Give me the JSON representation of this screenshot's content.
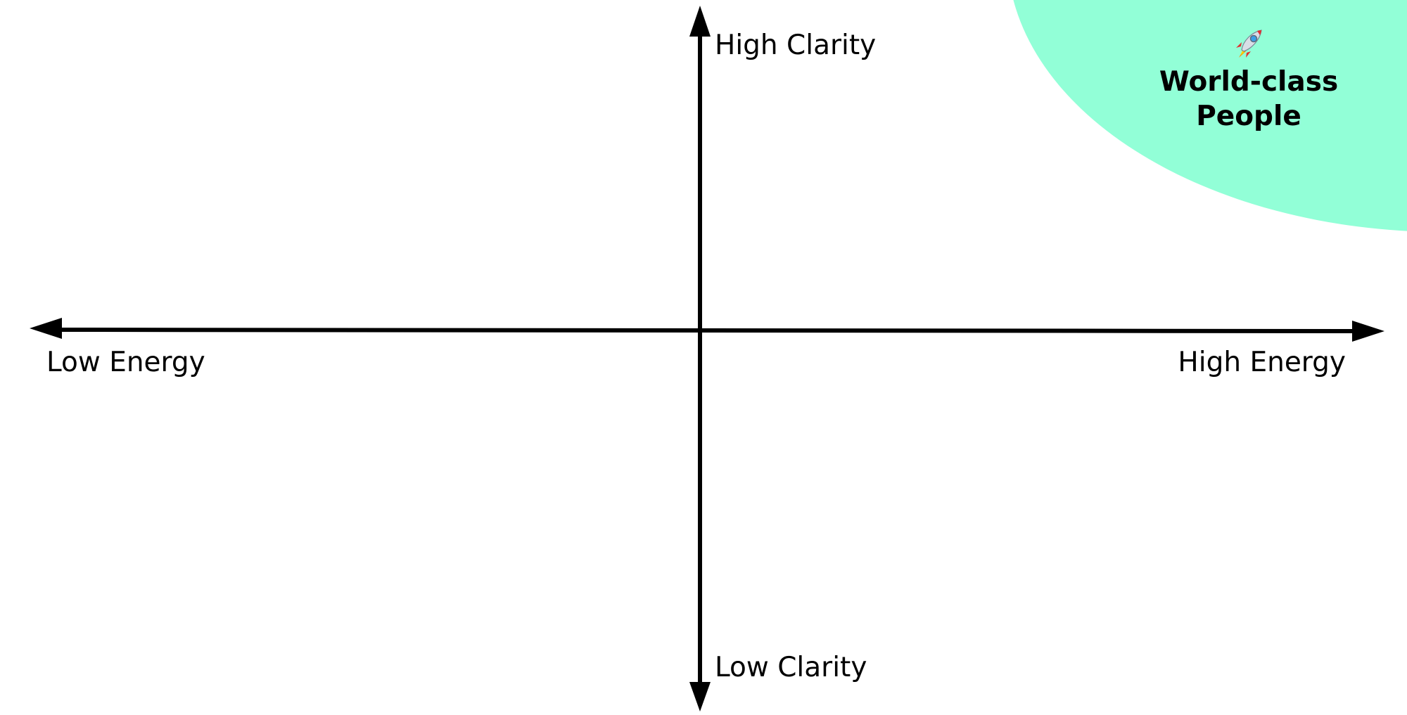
{
  "axes": {
    "y_top_label": "High Clarity",
    "y_bottom_label": "Low Clarity",
    "x_left_label": "Low Energy",
    "x_right_label": "High Energy"
  },
  "highlight": {
    "icon": "rocket-icon",
    "title_line1": "World-class",
    "title_line2": "People",
    "color": "#92ffd7"
  }
}
